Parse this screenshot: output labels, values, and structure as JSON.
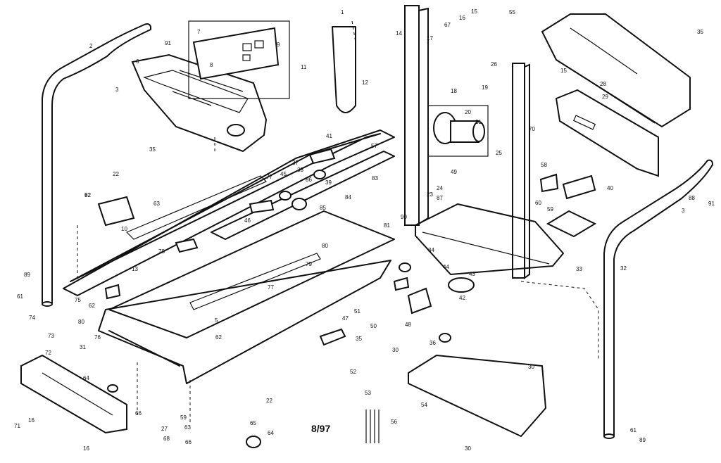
{
  "diagram": {
    "date_code": "8/97",
    "callouts": {
      "p1": "1",
      "p2": "2",
      "p3": "3",
      "p5": "5",
      "p6": "6",
      "p7": "7",
      "p8": "8",
      "p9": "9",
      "p10": "10",
      "p11": "11",
      "p12": "12",
      "p13": "13",
      "p14": "14",
      "p15": "15",
      "p16": "16",
      "p17": "17",
      "p18": "18",
      "p19": "19",
      "p20": "20",
      "p21": "21",
      "p22": "22",
      "p23": "23",
      "p24": "24",
      "p25": "25",
      "p26": "26",
      "p27": "27",
      "p28": "28",
      "p29": "29",
      "p30": "30",
      "p31": "31",
      "p32": "32",
      "p33": "33",
      "p34": "34",
      "p35": "35",
      "p36": "36",
      "p37": "37",
      "p38": "38",
      "p39": "39",
      "p40": "40",
      "p41": "41",
      "p42": "42",
      "p43": "43",
      "p44": "44",
      "p45": "45",
      "p46": "46",
      "p47": "47",
      "p48": "48",
      "p49": "49",
      "p50": "50",
      "p51": "51",
      "p52": "52",
      "p53": "53",
      "p54": "54",
      "p55": "55",
      "p56": "56",
      "p57": "57",
      "p58": "58",
      "p59": "59",
      "p60": "60",
      "p61": "61",
      "p62": "62",
      "p63": "63",
      "p64": "64",
      "p65": "65",
      "p66": "66",
      "p67": "67",
      "p68": "68",
      "p70": "70",
      "p71": "71",
      "p72": "72",
      "p73": "73",
      "p74": "74",
      "p75": "75",
      "p76": "76",
      "p77": "77",
      "p78": "78",
      "p79": "79",
      "p80": "80",
      "p81": "81",
      "p82": "82",
      "p83": "83",
      "p84": "84",
      "p85": "85",
      "p86": "86",
      "p87": "87",
      "p88": "88",
      "p89": "89",
      "p90": "90",
      "p91": "91",
      "p92": "92"
    }
  }
}
